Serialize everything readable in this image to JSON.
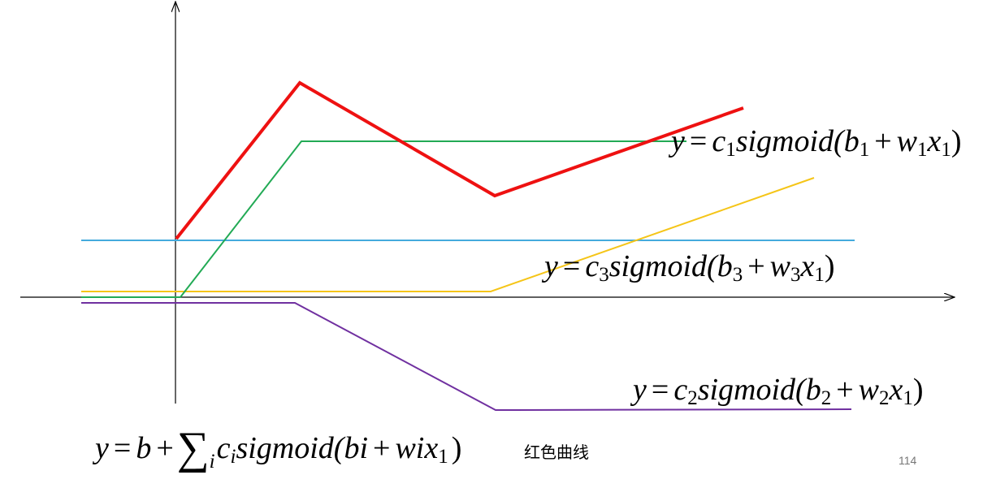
{
  "colors": {
    "red": "#ee1111",
    "green": "#22aa55",
    "blue": "#44aadd",
    "yellow": "#f5c518",
    "purple": "#7030a0",
    "axis": "#000000"
  },
  "equations": {
    "eq1": {
      "y": "y",
      "eq": "=",
      "c": "c",
      "c_sub": "1",
      "fn": "sigmoid(",
      "b": "b",
      "b_sub": "1",
      "plus": "+",
      "w": "w",
      "w_sub": "1",
      "x": "x",
      "x_sub": "1",
      "close": ")"
    },
    "eq3": {
      "y": "y",
      "eq": "=",
      "c": "c",
      "c_sub": "3",
      "fn": "sigmoid(",
      "b": "b",
      "b_sub": "3",
      "plus": "+",
      "w": "w",
      "w_sub": "3",
      "x": "x",
      "x_sub": "1",
      "close": ")"
    },
    "eq2": {
      "y": "y",
      "eq": "=",
      "c": "c",
      "c_sub": "2",
      "fn": "sigmoid(",
      "b": "b",
      "b_sub": "2",
      "plus": "+",
      "w": "w",
      "w_sub": "2",
      "x": "x",
      "x_sub": "1",
      "close": ")"
    }
  },
  "sum_equation": {
    "lhs": "y",
    "eq": "=",
    "b": "b",
    "plus": "+",
    "sigma": "∑",
    "sigma_sub": "i",
    "c": "c",
    "c_sub": "i",
    "fn": "sigmoid(",
    "bi": "bi",
    "plus2": "+",
    "wix": "wix",
    "x_sub": "1",
    "close": ")"
  },
  "red_curve_label": "红色曲线",
  "page_number": "114"
}
